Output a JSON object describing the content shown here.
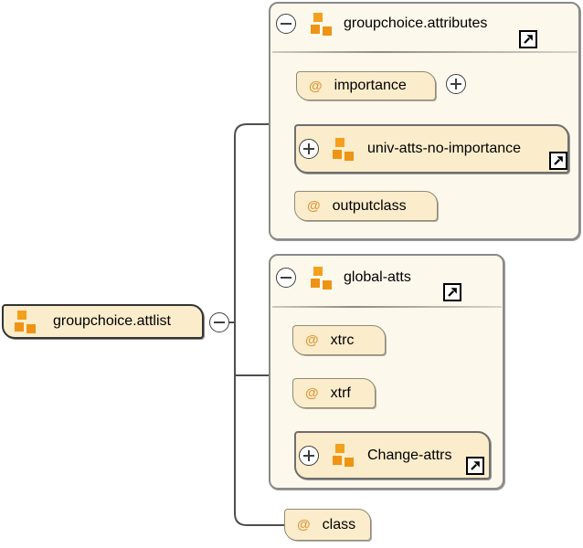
{
  "at_sign": "@",
  "root_node": {
    "label": "groupchoice.attlist"
  },
  "groups": {
    "attributes": {
      "label": "groupchoice.attributes",
      "items": {
        "importance": "importance",
        "univ": "univ-atts-no-importance",
        "outputclass": "outputclass"
      }
    },
    "global": {
      "label": "global-atts",
      "items": {
        "xtrc": "xtrc",
        "xtrf": "xtrf",
        "change": "Change-attrs"
      }
    }
  },
  "class_attr": "class",
  "colors": {
    "leaf_fill": "#fbeccb",
    "panel_fill": "#fdf8ec",
    "icon_orange": "#ee9414",
    "at_orange": "#dc9a3e",
    "wire_gray": "#4e4e4e"
  }
}
